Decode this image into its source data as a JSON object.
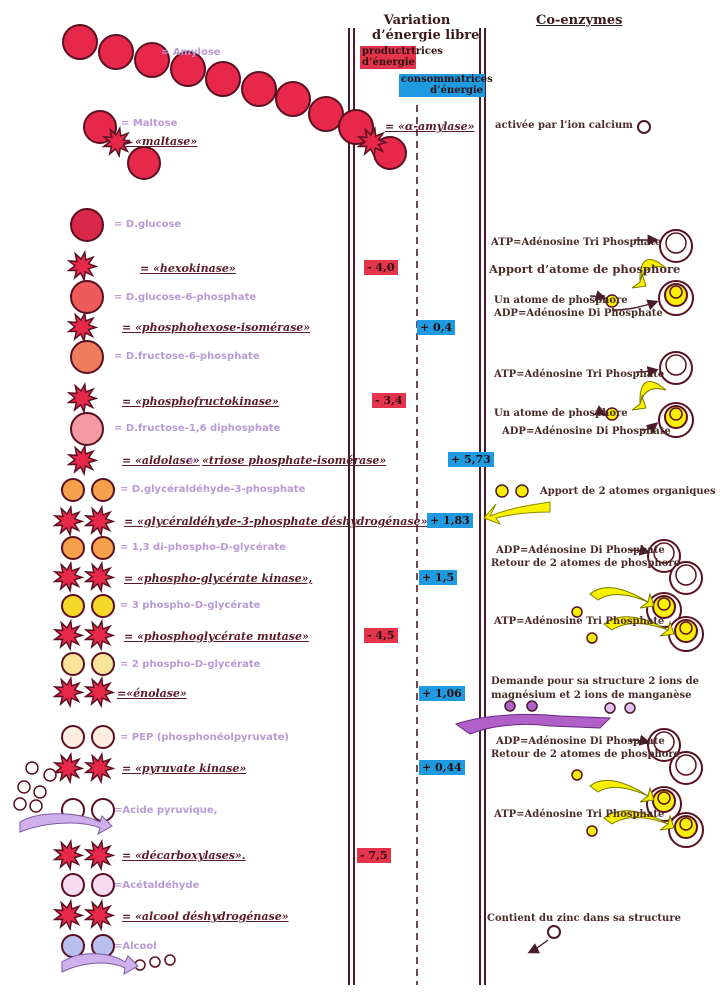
{
  "header": {
    "energy_title_line1": "Variation",
    "energy_title_line2": "d’énergie libre",
    "coenzymes_title": "Co-enzymes"
  },
  "legend": {
    "productrices": "productrtrices d’énergie",
    "consommatrices": "consommatrices d’énergie"
  },
  "molecules": {
    "amylose": "= Amylose",
    "maltose": "= Maltose",
    "glucose": "= D.glucose",
    "g6p": "= D.glucose-6-phosphate",
    "f6p": "= D.fructose-6-phosphate",
    "f16bp": "= D.fructose-1,6 diphosphate",
    "g3p": "= D.glycéraldéhyde-3-phosphate",
    "bpg13": "= 1,3 di-phospho-D-glycérate",
    "pg3": "= 3 phospho-D-glycérate",
    "pg2": "= 2 phospho-D-glycérate",
    "pep": "= PEP (phosphonéolpyruvate)",
    "pyruvate": "=Acide pyruvique,",
    "acetaldehyde": "=Acétaldéhyde",
    "alcool": "=Alcool"
  },
  "enzymes": {
    "maltase": "= «maltase»",
    "amylase": "= «α-amylase»",
    "hexokinase": "= «hexokinase»",
    "phi": "= «phosphohexose-isomérase»",
    "pfk": "= «phosphofructokinase»",
    "aldolase": "= «aldolase»",
    "plus": "+",
    "tpi": "«triose phosphate-isomérase»",
    "gapdh": "= «glycéraldéhyde-3-phosphate déshydrogénase»",
    "pgk": "= «phospho-glycérate kinase»,",
    "pgm": "= «phosphoglycérate mutase»",
    "enolase": "=«énolase»",
    "pk": "= «pyruvate kinase»",
    "decarb": "= «décarboxylases».",
    "adh": "= «alcool déshydrogénase»"
  },
  "energy_values": {
    "hexokinase": "- 4,0",
    "phi": "+ 0,4",
    "pfk": "- 3,4",
    "aldolase": "+ 5,73",
    "gapdh": "+ 1,83",
    "pgk": "+ 1,5",
    "pgm": "- 4,5",
    "enolase": "+ 1,06",
    "pk": "+ 0,44",
    "decarb": "- 7,5"
  },
  "coenzymes": {
    "calcium": "activée par l’ion  calcium",
    "atp1": "ATP=Adénosine Tri Phosphate",
    "apport_phosphore": "Apport d’atome de phosphore",
    "atome_phosphore1": "Un atome de phosphore",
    "adp1": "ADP=Adénosine Di Phosphate",
    "atp2": "ATP=Adénosine Tri Phosphate",
    "atome_phosphore2": "Un atome de phosphore",
    "adp2": "ADP=Adénosine Di Phosphate",
    "apport_organiques": "Apport de 2 atomes organiques",
    "adp3": "ADP=Adénosine Di Phosphate",
    "retour1": "Retour de 2 atomes de phosphore",
    "atp3": "ATP=Adénosine Tri Phosphate",
    "magnesium1": "Demande pour sa structure 2 ions de",
    "magnesium2": "magnésium  et 2 ions de manganèse",
    "adp4": "ADP=Adénosine Di Phosphate",
    "retour2": "Retour de 2 atomes de phosphore",
    "atp4": "ATP=Adénosine Tri Phosphate",
    "zinc": "Contient du zinc dans sa structure"
  },
  "colors": {
    "amylose": "#e8284a",
    "enzyme_star": "#e8284a",
    "glucose": "#d9284a",
    "g6p": "#ee5a5a",
    "f6p": "#f07c5e",
    "f16bp": "#f59aa4",
    "g3p": "#f5a04a",
    "pg3": "#f5d82a",
    "pg2": "#f8e49a",
    "pep": "#fbeee0",
    "pyruvate": "#ffffff",
    "acetaldehyde": "#f7d9f0",
    "alcool": "#b8c0f0",
    "negative_bar": "#e5334b",
    "positive_bar": "#1e9be0",
    "coenzyme_yellow": "#f8f000",
    "arrow_purple": "#b060c8",
    "molecule_label": "#b99ad6"
  }
}
